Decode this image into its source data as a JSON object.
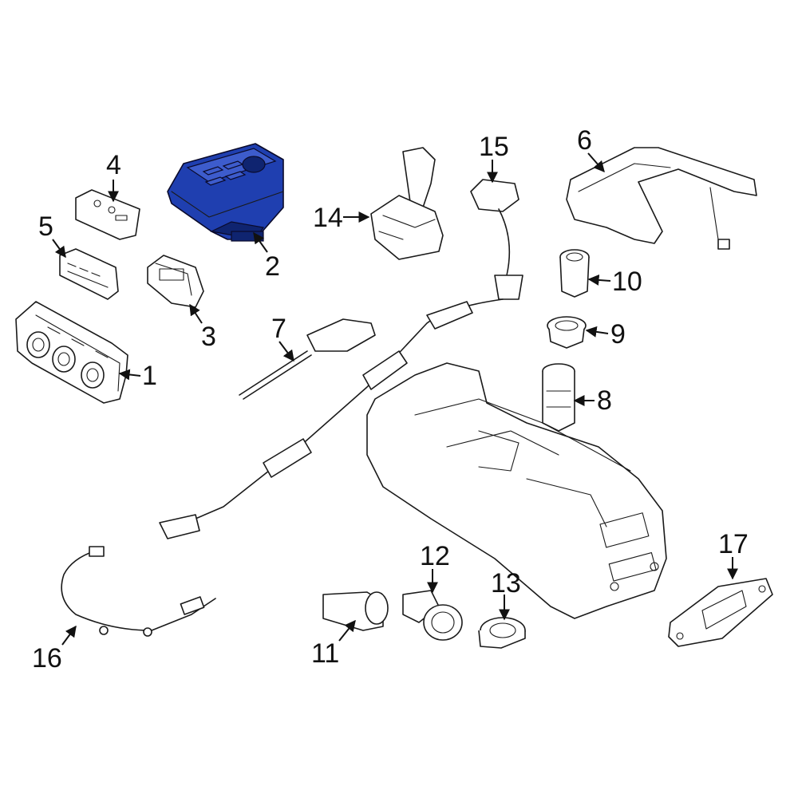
{
  "highlight_color": "#1f3fb0",
  "highlighted_part": "2",
  "callouts": [
    "1",
    "2",
    "3",
    "4",
    "5",
    "6",
    "7",
    "8",
    "9",
    "10",
    "11",
    "12",
    "13",
    "14",
    "15",
    "16",
    "17"
  ]
}
